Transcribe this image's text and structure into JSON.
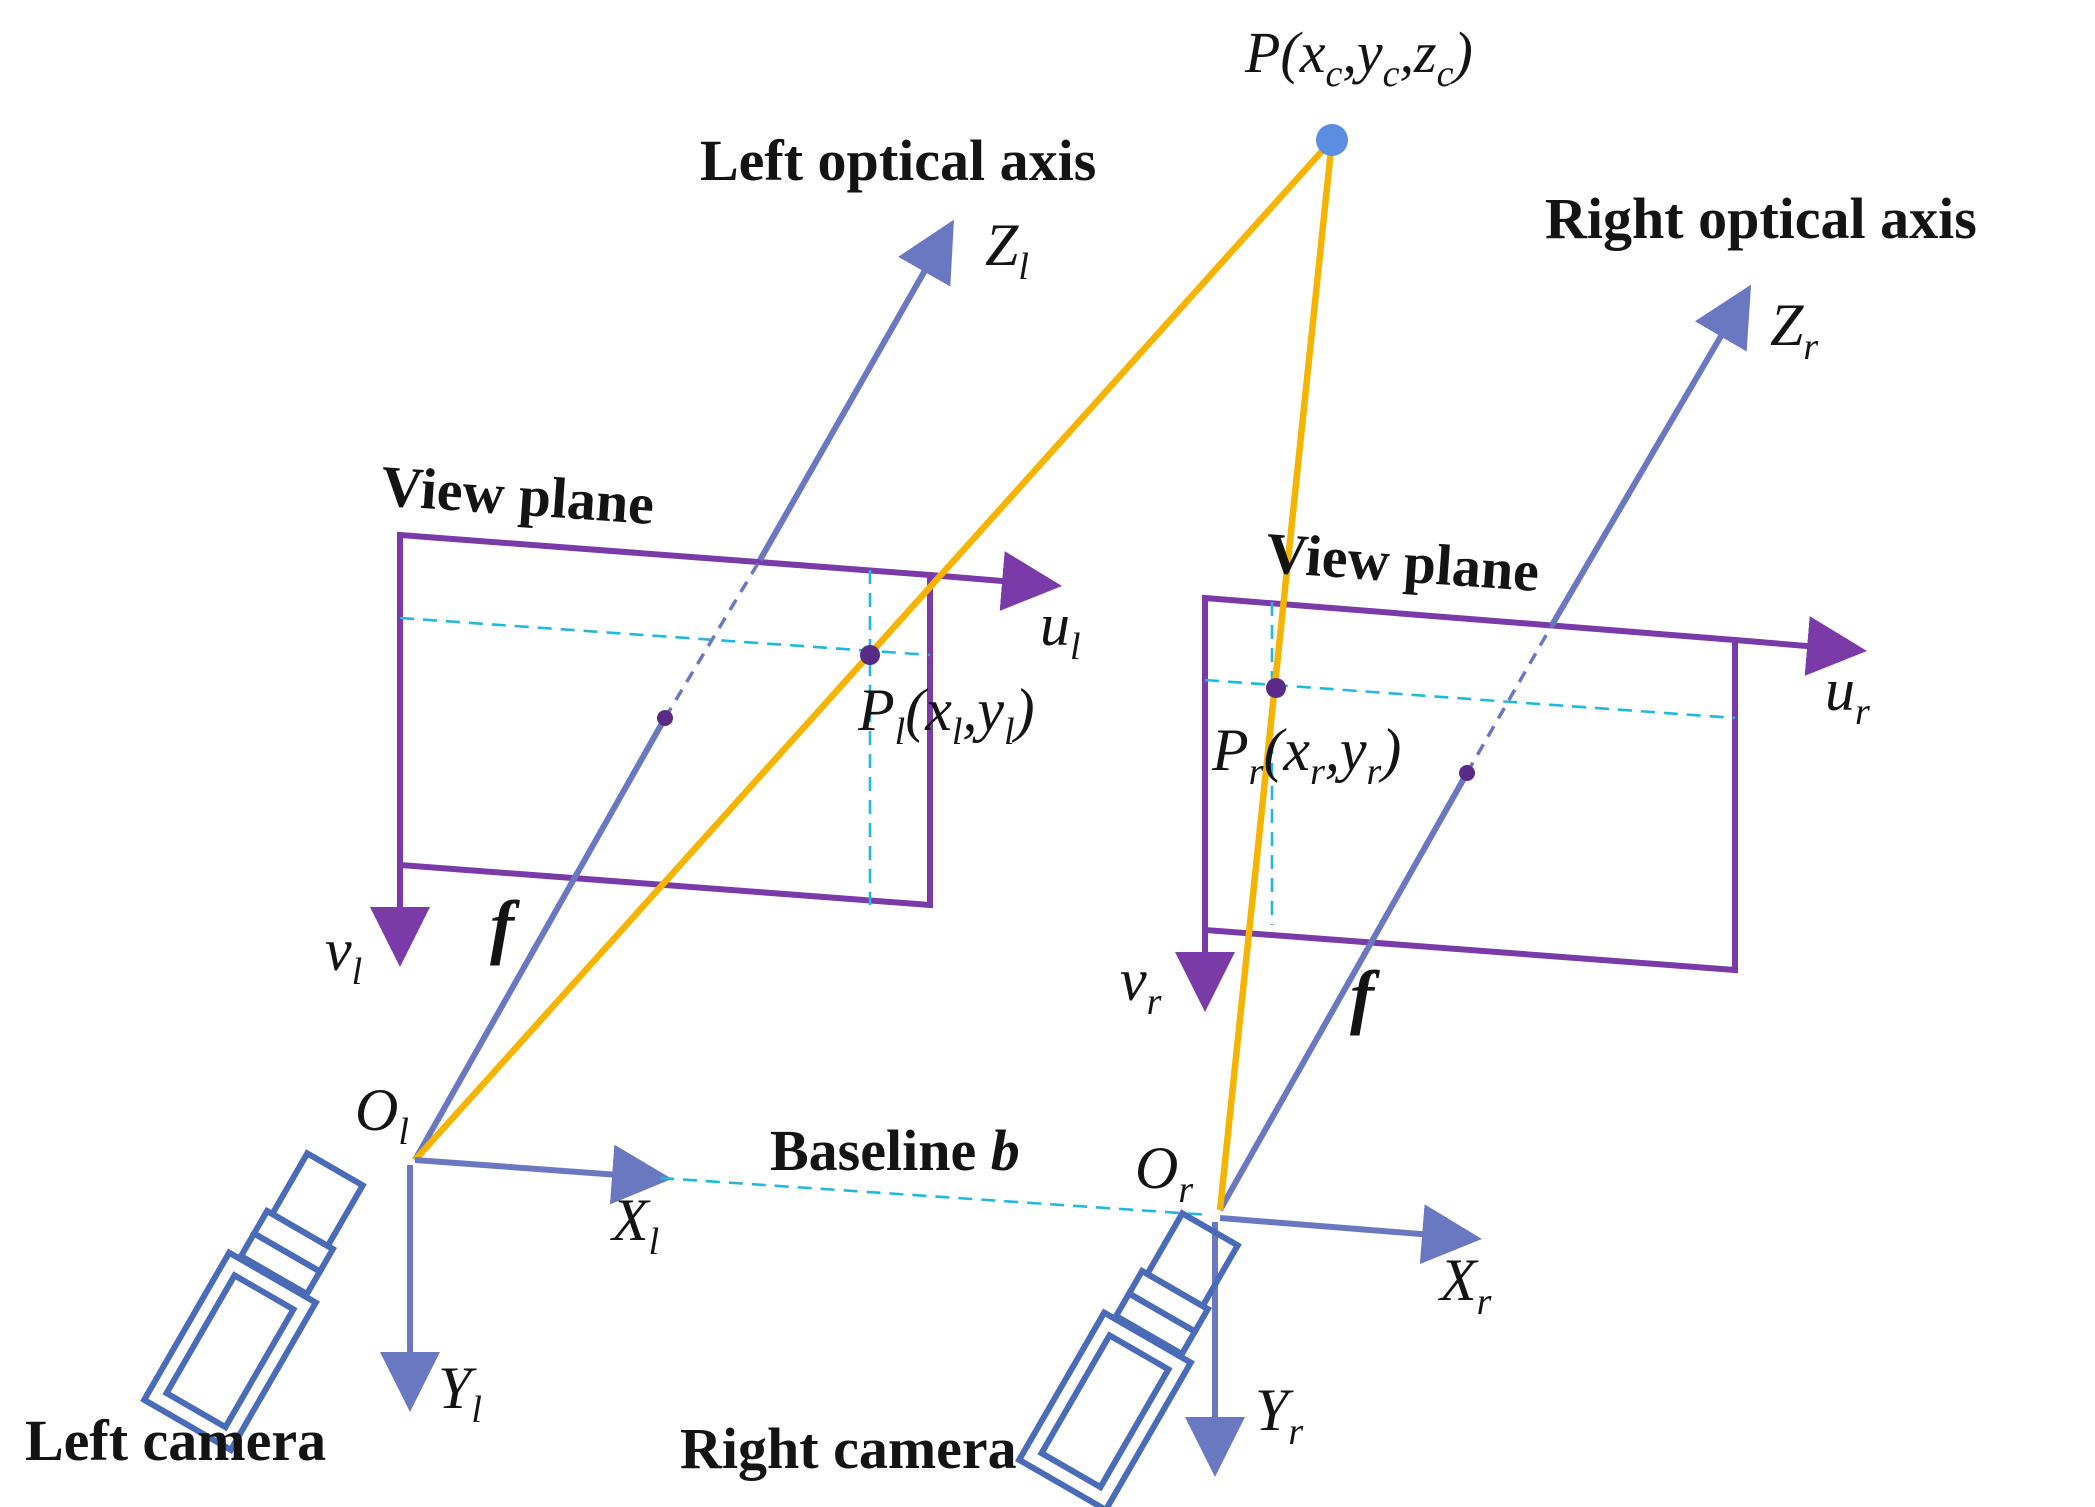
{
  "labels": {
    "point_p": "P(x",
    "point_p_c1": "c",
    "point_p_sep1": ",y",
    "point_p_c2": "c",
    "point_p_sep2": ",z",
    "point_p_c3": "c",
    "point_p_close": ")",
    "left_optical_axis": "Left optical axis",
    "right_optical_axis": "Right optical axis",
    "z_left": "Z",
    "z_left_sub": "l",
    "z_right": "Z",
    "z_right_sub": "r",
    "view_plane_left": "View plane",
    "view_plane_right": "View plane",
    "u_left": "u",
    "u_left_sub": "l",
    "u_right": "u",
    "u_right_sub": "r",
    "v_left": "v",
    "v_left_sub": "l",
    "v_right": "v",
    "v_right_sub": "r",
    "p_left": "P",
    "p_left_sub": "l",
    "p_left_args_open": "(x",
    "p_left_args_sub1": "l",
    "p_left_args_mid": ",y",
    "p_left_args_sub2": "l",
    "p_left_args_close": ")",
    "p_right": "P",
    "p_right_sub": "r",
    "p_right_args_open": "(x",
    "p_right_args_sub1": "r",
    "p_right_args_mid": ",y",
    "p_right_args_sub2": "r",
    "p_right_args_close": ")",
    "f_left": "f",
    "f_right": "f",
    "o_left": "O",
    "o_left_sub": "l",
    "o_right": "O",
    "o_right_sub": "r",
    "baseline": "Baseline ",
    "baseline_b": "b",
    "x_left": "X",
    "x_left_sub": "l",
    "x_right": "X",
    "x_right_sub": "r",
    "y_left": "Y",
    "y_left_sub": "l",
    "y_right": "Y",
    "y_right_sub": "r",
    "left_camera": "Left camera",
    "right_camera": "Right camera"
  },
  "colors": {
    "axis_blue": "#6a78c2",
    "ray_yellow": "#f5b400",
    "plane_purple": "#7a3aa7",
    "guide_cyan": "#22b8dc",
    "camera_blue": "#4a6bb8",
    "point_blue": "#5b8ee0"
  }
}
